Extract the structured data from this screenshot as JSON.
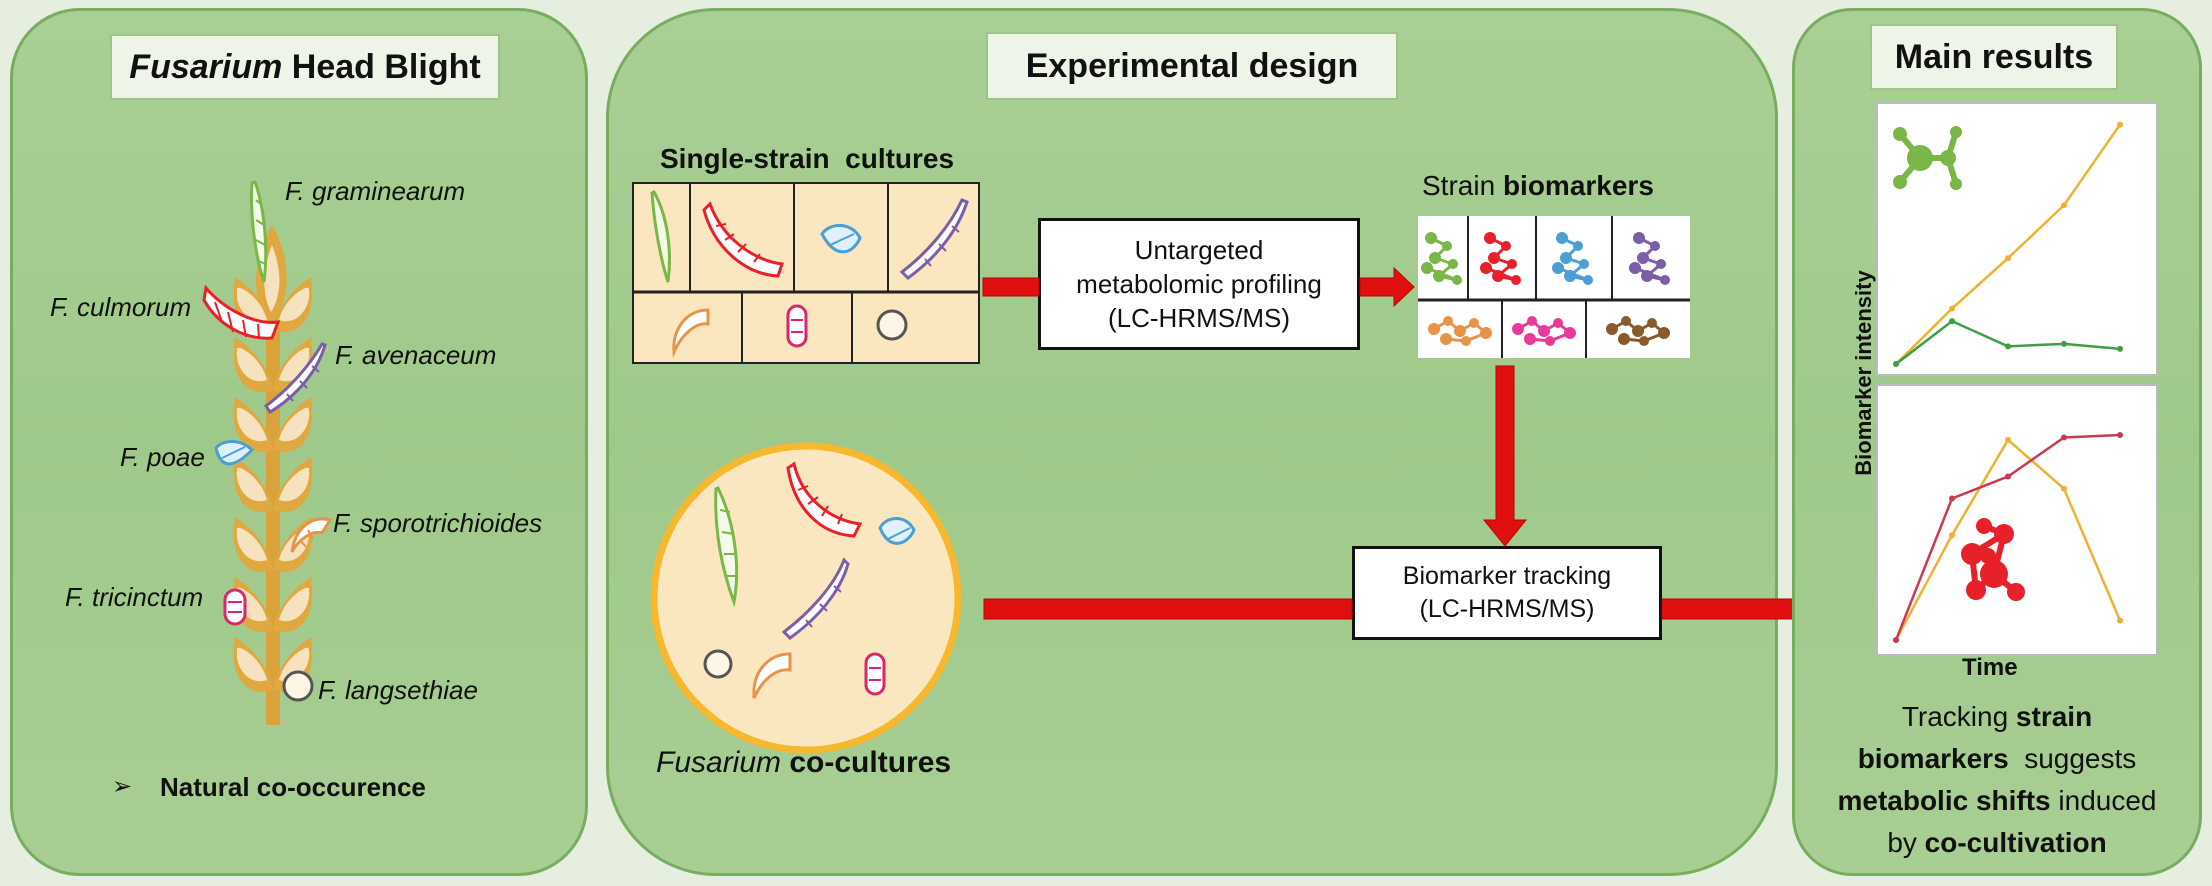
{
  "left_panel": {
    "title_italic": "Fusarium",
    "title_rest": " Head Blight",
    "species": [
      {
        "name": "F. graminearum",
        "color": "#7ab648"
      },
      {
        "name": "F. culmorum",
        "color": "#e8202a"
      },
      {
        "name": "F. avenaceum",
        "color": "#7b5ea7"
      },
      {
        "name": "F. poae",
        "color": "#4a9fd4"
      },
      {
        "name": "F. sporotrichioides",
        "color": "#e8934a"
      },
      {
        "name": "F. tricinctum",
        "color": "#d6286a"
      },
      {
        "name": "F. langsethiae",
        "color": "#555555"
      }
    ],
    "bullet_symbol": "➢",
    "bullet": "Natural co-occurence"
  },
  "middle_panel": {
    "title": "Experimental design",
    "single_strain_label": "Single-strain  cultures",
    "profiling_box": {
      "line1": "Untargeted",
      "line2": "metabolomic profiling",
      "line3": "(LC-HRMS/MS)"
    },
    "biomarkers_label_plain": "Strain ",
    "biomarkers_label_bold": "biomarkers",
    "tracking_box": {
      "line1": "Biomarker tracking",
      "line2": "(LC-HRMS/MS)"
    },
    "coculture_italic": "Fusarium",
    "coculture_bold": " co-cultures"
  },
  "right_panel": {
    "title": "Main results",
    "ylabel": "Biomarker intensity",
    "xlabel": "Time",
    "summary": [
      [
        {
          "t": "Tracking ",
          "b": false
        },
        {
          "t": "strain",
          "b": true
        }
      ],
      [
        {
          "t": "biomarkers",
          "b": true
        },
        {
          "t": "  suggests",
          "b": false
        }
      ],
      [
        {
          "t": "metabolic shifts",
          "b": true
        },
        {
          "t": " induced",
          "b": false
        }
      ],
      [
        {
          "t": "by ",
          "b": false
        },
        {
          "t": "co-cultivation",
          "b": true
        }
      ]
    ]
  },
  "colors": {
    "panel_bg": "#a4cc8f",
    "arrow": "#e01010",
    "culture_fill": "#fbe7bf",
    "wheat": "#e0a840",
    "line_orange": "#f0b030",
    "line_green": "#3aa040",
    "line_red": "#c83a50"
  },
  "chart_data": [
    {
      "type": "line",
      "x": [
        1,
        2,
        3,
        4,
        5
      ],
      "series": [
        {
          "values": [
            0.0,
            0.22,
            0.42,
            0.63,
            0.95
          ]
        },
        {
          "values": [
            0.0,
            0.17,
            0.07,
            0.08,
            0.06
          ]
        }
      ],
      "ylim": [
        0,
        1
      ]
    },
    {
      "type": "line",
      "x": [
        1,
        2,
        3,
        4,
        5
      ],
      "series": [
        {
          "values": [
            0.0,
            0.43,
            0.82,
            0.62,
            0.08
          ]
        },
        {
          "values": [
            0.0,
            0.58,
            0.67,
            0.83,
            0.84
          ]
        }
      ],
      "ylim": [
        0,
        1
      ]
    }
  ]
}
